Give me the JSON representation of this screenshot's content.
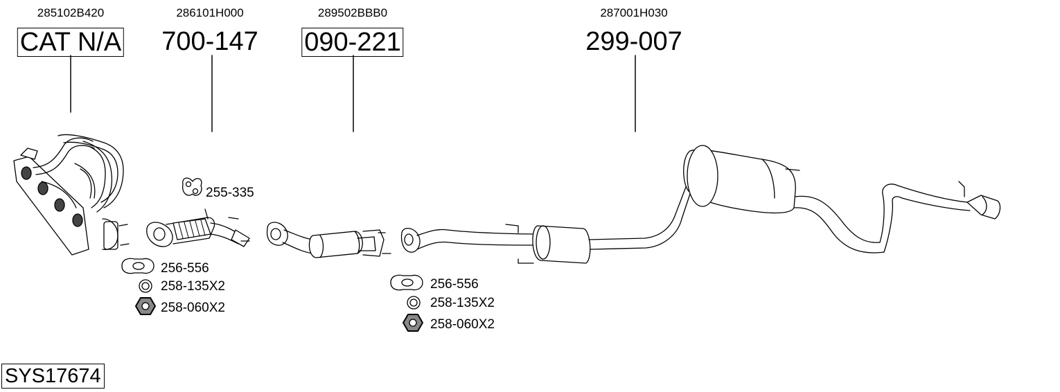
{
  "parts": [
    {
      "oem": "285102B420",
      "number": "CAT N/A",
      "boxed": true
    },
    {
      "oem": "286101H000",
      "number": "700-147",
      "boxed": false
    },
    {
      "oem": "289502BBB0",
      "number": "090-221",
      "boxed": true
    },
    {
      "oem": "287001H030",
      "number": "299-007",
      "boxed": false
    }
  ],
  "accessories": {
    "hanger": "255-335",
    "group1": {
      "gasket": "256-556",
      "ring": "258-135X2",
      "nut": "258-060X2"
    },
    "group2": {
      "gasket": "256-556",
      "ring": "258-135X2",
      "nut": "258-060X2"
    }
  },
  "system_id": "SYS17674"
}
